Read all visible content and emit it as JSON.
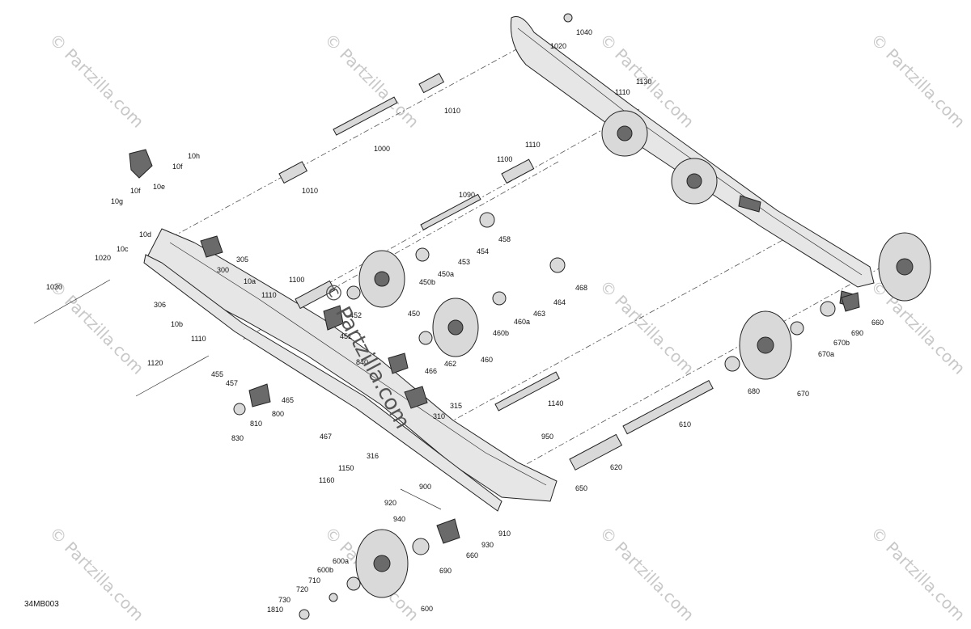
{
  "diagram_code": "34MB003",
  "watermark": {
    "brand": "© Partzilla.com",
    "center": "© Partzilla.com"
  },
  "labels": {
    "p1040": "1040",
    "p1020a": "1020",
    "p1010a": "1010",
    "p1000": "1000",
    "p1010b": "1010",
    "p1130": "1130",
    "p1110a": "1110",
    "p1100a": "1100",
    "p1110b": "1110",
    "p1090": "1090",
    "p10h": "10h",
    "p10f1": "10f",
    "p10e": "10e",
    "p10f2": "10f",
    "p10g": "10g",
    "p10d": "10d",
    "p10c": "10c",
    "p1020b": "1020",
    "p1030": "1030",
    "p10a": "10a",
    "p10b": "10b",
    "p300": "300",
    "p305": "305",
    "p306": "306",
    "p1100b": "1100",
    "p1110c": "1110",
    "p1110d": "1110",
    "p1120": "1120",
    "p455": "455",
    "p457": "457",
    "p458": "458",
    "p453": "453",
    "p454": "454",
    "p450a": "450a",
    "p450b": "450b",
    "p450": "450",
    "p452": "452",
    "p451": "451",
    "p464": "464",
    "p468": "468",
    "p463": "463",
    "p460a": "460a",
    "p460b": "460b",
    "p460": "460",
    "p462": "462",
    "p466": "466",
    "p840": "840",
    "p465": "465",
    "p467": "467",
    "p800": "800",
    "p810": "810",
    "p830": "830",
    "p315": "315",
    "p310": "310",
    "p316": "316",
    "p1140": "1140",
    "p660a": "660",
    "p690a": "690",
    "p670b": "670b",
    "p670a": "670a",
    "p680": "680",
    "p670": "670",
    "p610": "610",
    "p950": "950",
    "p620": "620",
    "p650": "650",
    "p1150": "1150",
    "p1160": "1160",
    "p920": "920",
    "p900": "900",
    "p940": "940",
    "p910": "910",
    "p930": "930",
    "p660b": "660",
    "p690b": "690",
    "p600a": "600a",
    "p600b": "600b",
    "p710": "710",
    "p720": "720",
    "p730": "730",
    "p1810": "1810",
    "p600": "600"
  }
}
